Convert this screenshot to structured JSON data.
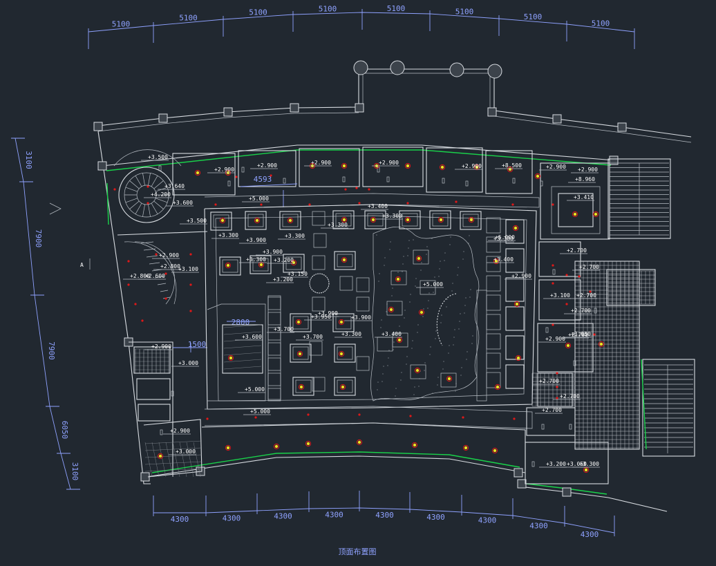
{
  "drawing_title": "顶面布置图",
  "axis_marker": "A",
  "top_dimensions": [
    "5100",
    "5100",
    "5100",
    "5100",
    "5100",
    "5100",
    "5100",
    "5100"
  ],
  "bottom_dimensions": [
    "4300",
    "4300",
    "4300",
    "4300",
    "4300",
    "4300",
    "4300",
    "4300",
    "4300"
  ],
  "left_dimensions": [
    "3100",
    "7900",
    "7900",
    "6050",
    "3100"
  ],
  "inner_dimensions": [
    "4593",
    "2800",
    "1500"
  ],
  "level_labels": [
    "+3.500",
    "+2.900",
    "+2.900",
    "+2.900",
    "+2.900",
    "+2.900",
    "+8.500",
    "+2.900",
    "+2.900",
    "+8.960",
    "+3.410",
    "+4.200",
    "+3.640",
    "+3.600",
    "+3.500",
    "+3.300",
    "+3.900",
    "+3.300",
    "+3.300",
    "+3.400",
    "+3.300",
    "+3.300",
    "+3.900",
    "+3.200",
    "+3.150",
    "+3.200",
    "+2.900",
    "+2.600",
    "+2.800",
    "+3.100",
    "+2.800",
    "+3.900",
    "+3.700",
    "+3.600",
    "+3.700",
    "+3.950",
    "+3.900",
    "+3.300",
    "+3.400",
    "+3.400",
    "+3.300",
    "+2.900",
    "+2.700",
    "+2.700",
    "+3.100",
    "+2.700",
    "+2.700",
    "+2.700",
    "+2.900",
    "+3.050",
    "+2.700",
    "+2.700",
    "+2.700",
    "+3.200",
    "+3.300",
    "+2.900",
    "+3.000",
    "+3.050",
    "+2.900",
    "+3.000",
    "+5.000",
    "+5.000",
    "+5.000",
    "+5.000",
    "+5.000"
  ],
  "colors": {
    "background": "#212830",
    "lines": "#d9dde2",
    "dimension": "#8fa2ff",
    "glazing": "#19d34a",
    "light_red": "#e01818",
    "light_yellow": "#f2e020"
  }
}
